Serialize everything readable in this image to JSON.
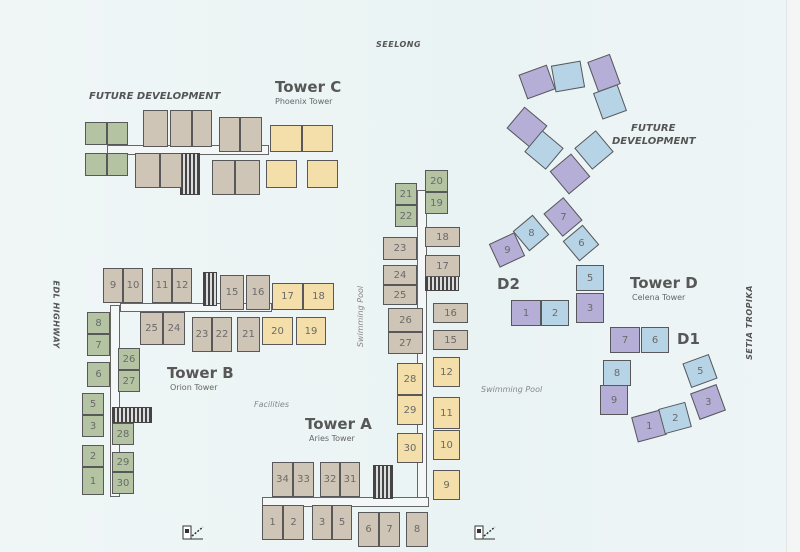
{
  "colors": {
    "standard": "#cfc5b6",
    "premium": "#f4dea9",
    "future": "#b4c4a3",
    "purple": "#b5aed6",
    "blue": "#b7d4e7"
  },
  "labels": {
    "top_road": "SEELONG",
    "left_road": "EDL HIGHWAY",
    "right_road": "SETIA TROPIKA",
    "future_left": "FUTURE DEVELOPMENT",
    "future_right_line1": "FUTURE",
    "future_right_line2": "DEVELOPMENT",
    "facilities": "Facilities",
    "pool_vertical": "Swimming Pool",
    "pool_horizontal": "Swimming Pool"
  },
  "towers": {
    "C": {
      "name": "Tower C",
      "subtitle": "Phoenix Tower",
      "units": [
        {
          "label": "",
          "type": "future"
        },
        {
          "label": "",
          "type": "future"
        },
        {
          "label": "",
          "type": "future"
        },
        {
          "label": "",
          "type": "future"
        },
        {
          "label": "",
          "type": "standard"
        },
        {
          "label": "",
          "type": "standard"
        },
        {
          "label": "",
          "type": "standard"
        },
        {
          "label": "",
          "type": "standard"
        },
        {
          "label": "",
          "type": "standard"
        },
        {
          "label": "",
          "type": "standard"
        },
        {
          "label": "",
          "type": "standard"
        },
        {
          "label": "",
          "type": "standard"
        },
        {
          "label": "",
          "type": "standard"
        },
        {
          "label": "",
          "type": "premium"
        },
        {
          "label": "",
          "type": "premium"
        },
        {
          "label": "",
          "type": "premium"
        },
        {
          "label": "",
          "type": "premium"
        }
      ]
    },
    "B": {
      "name": "Tower B",
      "subtitle": "Orion Tower",
      "units": [
        {
          "label": "9",
          "type": "standard"
        },
        {
          "label": "10",
          "type": "standard"
        },
        {
          "label": "11",
          "type": "standard"
        },
        {
          "label": "12",
          "type": "standard"
        },
        {
          "label": "15",
          "type": "standard"
        },
        {
          "label": "16",
          "type": "standard"
        },
        {
          "label": "17",
          "type": "premium"
        },
        {
          "label": "18",
          "type": "premium"
        },
        {
          "label": "20",
          "type": "premium"
        },
        {
          "label": "19",
          "type": "premium"
        },
        {
          "label": "21",
          "type": "standard"
        },
        {
          "label": "22",
          "type": "standard"
        },
        {
          "label": "23",
          "type": "standard"
        },
        {
          "label": "24",
          "type": "standard"
        },
        {
          "label": "25",
          "type": "standard"
        },
        {
          "label": "8",
          "type": "future"
        },
        {
          "label": "7",
          "type": "future"
        },
        {
          "label": "6",
          "type": "future"
        },
        {
          "label": "26",
          "type": "future"
        },
        {
          "label": "27",
          "type": "future"
        },
        {
          "label": "5",
          "type": "future"
        },
        {
          "label": "3",
          "type": "future"
        },
        {
          "label": "28",
          "type": "future"
        },
        {
          "label": "2",
          "type": "future"
        },
        {
          "label": "1",
          "type": "future"
        },
        {
          "label": "29",
          "type": "future"
        },
        {
          "label": "30",
          "type": "future"
        }
      ]
    },
    "A": {
      "name": "Tower A",
      "subtitle": "Aries Tower",
      "units": [
        {
          "label": "21",
          "type": "future"
        },
        {
          "label": "22",
          "type": "future"
        },
        {
          "label": "20",
          "type": "future"
        },
        {
          "label": "19",
          "type": "future"
        },
        {
          "label": "18",
          "type": "standard"
        },
        {
          "label": "17",
          "type": "standard"
        },
        {
          "label": "23",
          "type": "standard"
        },
        {
          "label": "24",
          "type": "standard"
        },
        {
          "label": "25",
          "type": "standard"
        },
        {
          "label": "26",
          "type": "standard"
        },
        {
          "label": "27",
          "type": "standard"
        },
        {
          "label": "16",
          "type": "standard"
        },
        {
          "label": "15",
          "type": "standard"
        },
        {
          "label": "28",
          "type": "premium"
        },
        {
          "label": "29",
          "type": "premium"
        },
        {
          "label": "30",
          "type": "premium"
        },
        {
          "label": "12",
          "type": "premium"
        },
        {
          "label": "11",
          "type": "premium"
        },
        {
          "label": "10",
          "type": "premium"
        },
        {
          "label": "9",
          "type": "premium"
        },
        {
          "label": "34",
          "type": "standard"
        },
        {
          "label": "33",
          "type": "standard"
        },
        {
          "label": "32",
          "type": "standard"
        },
        {
          "label": "31",
          "type": "standard"
        },
        {
          "label": "1",
          "type": "standard"
        },
        {
          "label": "2",
          "type": "standard"
        },
        {
          "label": "3",
          "type": "standard"
        },
        {
          "label": "5",
          "type": "standard"
        },
        {
          "label": "6",
          "type": "standard"
        },
        {
          "label": "7",
          "type": "standard"
        },
        {
          "label": "8",
          "type": "standard"
        }
      ]
    },
    "D": {
      "name": "Tower D",
      "subtitle": "Celena Tower",
      "block_d1": "D1",
      "block_d2": "D2",
      "units": [
        {
          "label": "9",
          "type": "purple"
        },
        {
          "label": "8",
          "type": "blue"
        },
        {
          "label": "7",
          "type": "purple"
        },
        {
          "label": "6",
          "type": "blue"
        },
        {
          "label": "5",
          "type": "blue"
        },
        {
          "label": "3",
          "type": "purple"
        },
        {
          "label": "1",
          "type": "purple"
        },
        {
          "label": "2",
          "type": "blue"
        },
        {
          "label": "7",
          "type": "purple"
        },
        {
          "label": "6",
          "type": "blue"
        },
        {
          "label": "8",
          "type": "blue"
        },
        {
          "label": "9",
          "type": "purple"
        },
        {
          "label": "5",
          "type": "blue"
        },
        {
          "label": "3",
          "type": "purple"
        },
        {
          "label": "1",
          "type": "purple"
        },
        {
          "label": "2",
          "type": "blue"
        }
      ]
    },
    "F": {
      "units": [
        {
          "label": "",
          "type": "purple"
        },
        {
          "label": "",
          "type": "blue"
        },
        {
          "label": "",
          "type": "purple"
        },
        {
          "label": "",
          "type": "blue"
        },
        {
          "label": "",
          "type": "purple"
        },
        {
          "label": "",
          "type": "blue"
        },
        {
          "label": "",
          "type": "blue"
        },
        {
          "label": "",
          "type": "purple"
        }
      ]
    }
  }
}
